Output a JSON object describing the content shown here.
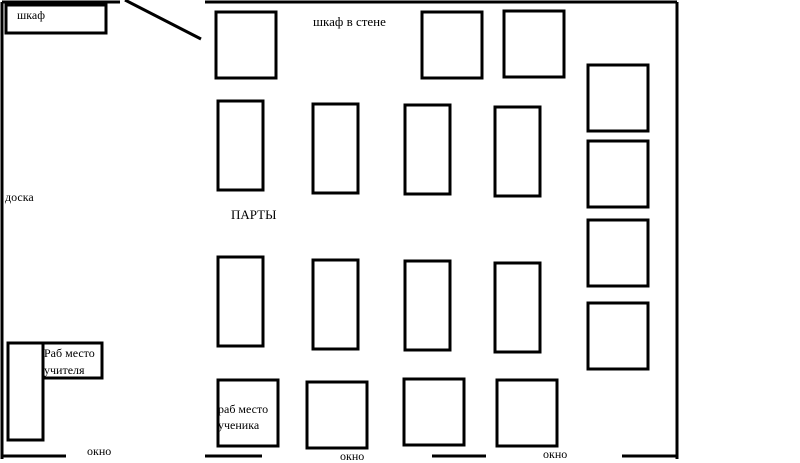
{
  "labels": {
    "cabinet": "шкаф",
    "wall_cabinet": "шкаф в стене",
    "board": "доска",
    "desks": "ПАРТЫ",
    "teacher_line1": "Раб место",
    "teacher_line2": "учителя",
    "student_line1": "раб место",
    "student_line2": "ученика",
    "window": "окно"
  }
}
